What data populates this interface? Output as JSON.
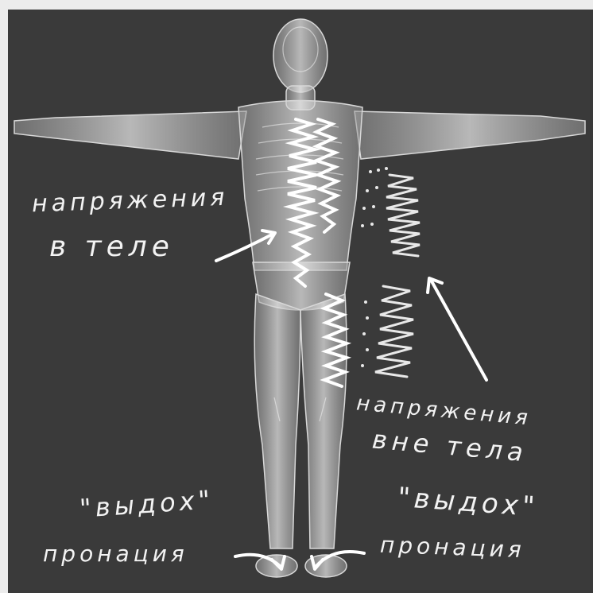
{
  "labels": {
    "tension_inside_line1": "напряжения",
    "tension_inside_line2": "в теле",
    "tension_outside_line1": "напряжения",
    "tension_outside_line2": "вне тела",
    "exhale_left": "\"выдох\"",
    "pronation_left": "пронация",
    "exhale_right": "\"выдох\"",
    "pronation_right": "пронация"
  },
  "colors": {
    "board": "#3a3a3a",
    "figure": "#cfcfcf",
    "chalk": "#f3f3f3"
  }
}
